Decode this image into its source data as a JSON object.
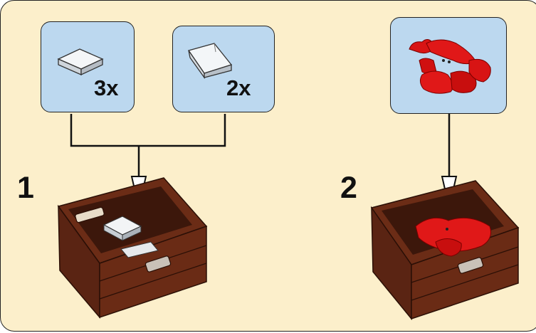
{
  "steps": [
    {
      "number": "1",
      "parts": [
        {
          "name": "transparent-tile-1x1",
          "quantity": "3x",
          "color": "#e8ecef"
        },
        {
          "name": "transparent-slope-1x1",
          "quantity": "2x",
          "color": "#e8ecef"
        }
      ]
    },
    {
      "number": "2",
      "parts": [
        {
          "name": "red-lobster",
          "quantity": "",
          "color": "#d40f0f"
        }
      ]
    }
  ],
  "colors": {
    "background": "#fcefcb",
    "callout": "#bcd8ef",
    "crate": "#5a2413",
    "line": "#111111"
  }
}
